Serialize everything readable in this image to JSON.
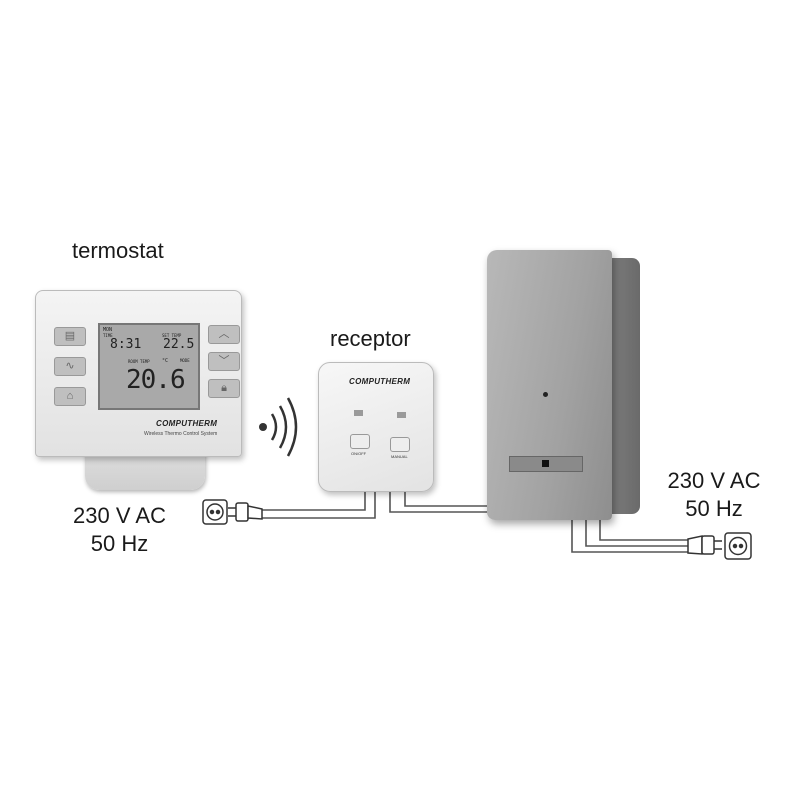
{
  "labels": {
    "thermostat": "termostat",
    "receiver": "receptor",
    "power_left": {
      "voltage": "230 V AC",
      "frequency": "50 Hz"
    },
    "power_right": {
      "voltage": "230 V AC",
      "frequency": "50 Hz"
    }
  },
  "thermostat": {
    "brand": "COMPUTHERM",
    "subtitle": "Wireless Thermo Control System",
    "lcd": {
      "day": "MON",
      "time_label": "TIME",
      "time": "8:31",
      "set_temp_label": "SET TEMP",
      "set_temp": "22.5",
      "room_temp_label": "ROOM TEMP",
      "room_temp": "20.6",
      "unit": "°C",
      "mode_label": "MODE"
    }
  },
  "receiver": {
    "brand": "COMPUTHERM",
    "button_left": "ON/OFF",
    "button_right": "MANUAL"
  }
}
